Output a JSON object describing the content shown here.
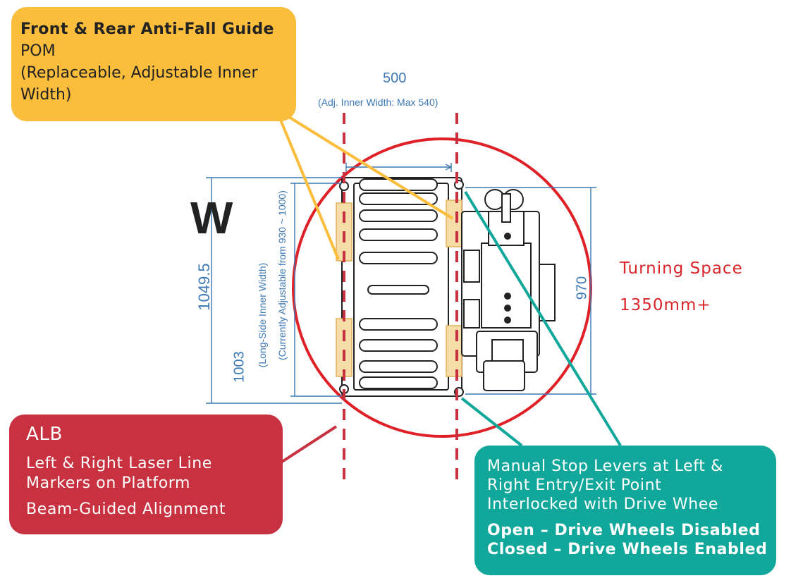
{
  "callouts": {
    "anti_fall": {
      "heading": "Front & Rear Anti-Fall Guide",
      "material": "POM",
      "note_line1": "(Replaceable, Adjustable Inner",
      "note_line2": "Width)",
      "color": "#fbbd3c"
    },
    "alb": {
      "title": "ALB",
      "line1": "Left & Right Laser Line",
      "line2": "Markers on Platform",
      "line3": "Beam-Guided Alignment",
      "color": "#c8313f"
    },
    "stop_levers": {
      "line1": "Manual Stop Levers at Left &",
      "line2": "Right Entry/Exit Point",
      "line3": "Interlocked with Drive Whee",
      "line4": "Open – Drive Wheels Disabled",
      "line5": "Closed – Drive Wheels Enabled",
      "color": "#11a79a"
    }
  },
  "dimensions": {
    "inner_width": "500",
    "inner_width_note": "(Adj. Inner Width: Max 540)",
    "overall_length": "1049.5",
    "long_side_inner": "1003",
    "long_side_label": "(Long-Side Inner Width)",
    "long_side_adjust": "(Currently Adjustable from 930 ~ 1000)",
    "frame_length": "970",
    "direction_letter": "W"
  },
  "turning_space": {
    "label": "Turning Space",
    "value": "1350mm+",
    "color": "#d8262a"
  },
  "colors": {
    "dimension": "#3c78b4",
    "laser_line": "#c8313f",
    "drawing": "#222222",
    "guide_fill": "#f6dca6"
  }
}
